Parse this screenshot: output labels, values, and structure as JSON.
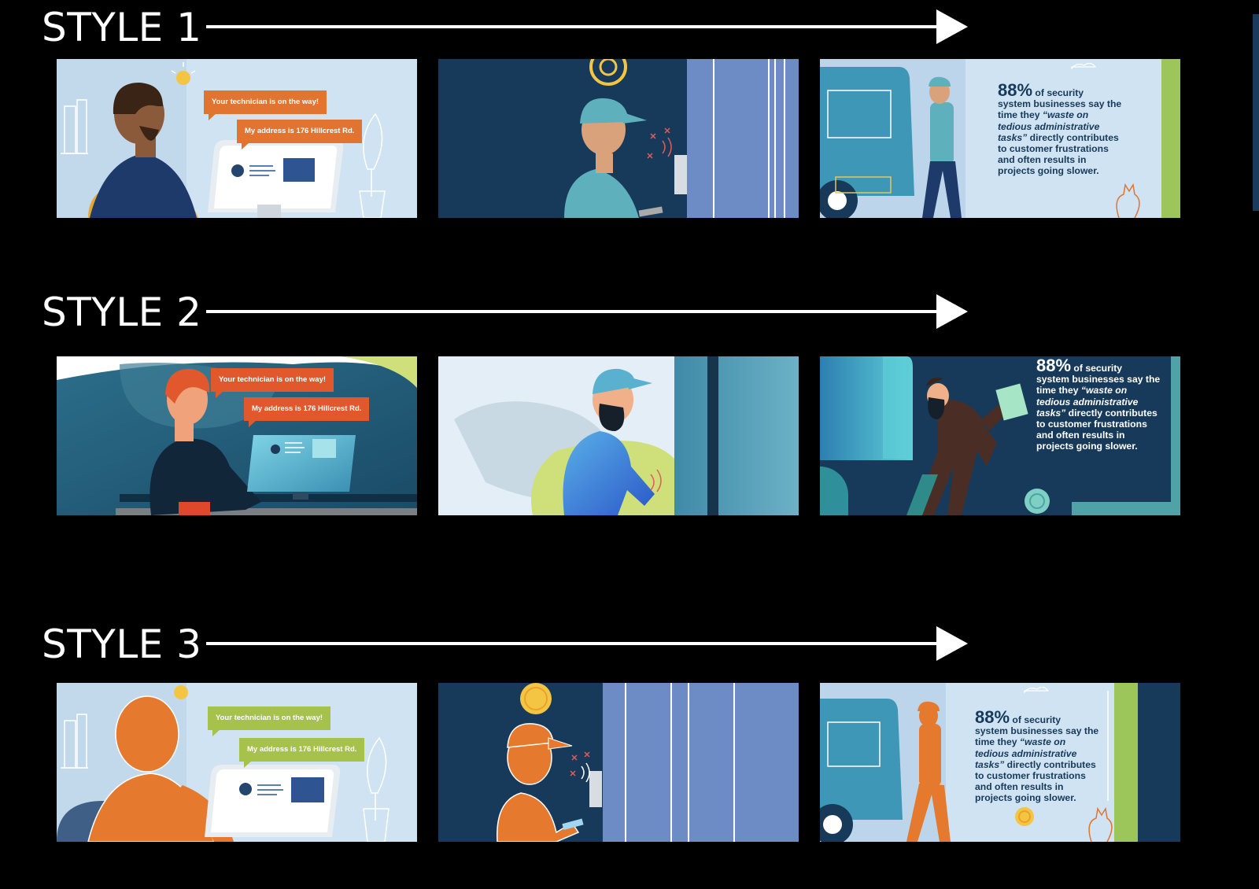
{
  "rows": [
    {
      "title": "STYLE 1",
      "panels": [
        {
          "bubble_1": "Your technician is on the way!",
          "bubble_2": "My address is 176 Hillcrest Rd."
        },
        {},
        {
          "stat_big": "88%",
          "stat_a": " of security",
          "stat_b": "system businesses say the",
          "stat_c": "time they ",
          "stat_em1": "“waste on",
          "stat_em2": "tedious administrative",
          "stat_em3": "tasks”",
          "stat_d": " directly contributes",
          "stat_e": "to customer frustrations",
          "stat_f": "and often results in",
          "stat_g": "projects going slower."
        }
      ]
    },
    {
      "title": "STYLE 2",
      "panels": [
        {
          "bubble_1": "Your technician is on the way!",
          "bubble_2": "My address is 176 Hillcrest Rd."
        },
        {},
        {
          "stat_big": "88%",
          "stat_a": " of security",
          "stat_b": "system businesses say the",
          "stat_c": "time they ",
          "stat_em1": "“waste on",
          "stat_em2": "tedious administrative",
          "stat_em3": "tasks”",
          "stat_d": " directly contributes",
          "stat_e": "to customer frustrations",
          "stat_f": "and often results in",
          "stat_g": "projects going slower."
        }
      ]
    },
    {
      "title": "STYLE 3",
      "panels": [
        {
          "bubble_1": "Your technician is on the way!",
          "bubble_2": "My address is 176 Hillcrest Rd."
        },
        {},
        {
          "stat_big": "88%",
          "stat_a": " of security",
          "stat_b": "system businesses say the",
          "stat_c": "time they ",
          "stat_em1": "“waste on",
          "stat_em2": "tedious administrative",
          "stat_em3": "tasks”",
          "stat_d": " directly contributes",
          "stat_e": "to customer frustrations",
          "stat_f": "and often results in",
          "stat_g": "projects going slower."
        }
      ]
    }
  ],
  "colors": {
    "style1_bubble": "#e27431",
    "style2_bubble": "#e0582b",
    "style3_bubble": "#a6c24b",
    "style3_figure": "#e57a2f",
    "navy": "#173a5a",
    "light_blue": "#cfe3f2",
    "door_blue": "#6d8bc4"
  }
}
